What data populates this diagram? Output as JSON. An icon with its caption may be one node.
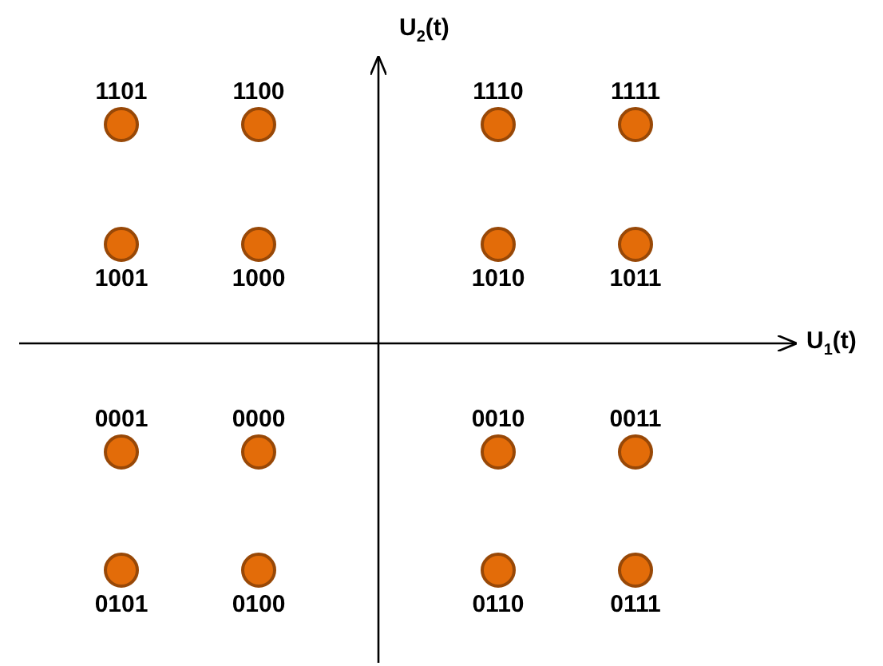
{
  "diagram": {
    "nodes": [
      {
        "text": [],
        "shape": "circle",
        "beside": [
          "1101"
        ]
      },
      {
        "text": [],
        "shape": "circle",
        "beside": [
          "1100"
        ]
      },
      {
        "text": [],
        "shape": "circle",
        "beside": [
          "1110"
        ]
      },
      {
        "text": [],
        "shape": "circle",
        "beside": [
          "1111"
        ]
      },
      {
        "text": [],
        "shape": "circle",
        "beside": [
          "1001"
        ]
      },
      {
        "text": [],
        "shape": "circle",
        "beside": [
          "1000"
        ]
      },
      {
        "text": [],
        "shape": "circle",
        "beside": [
          "1010"
        ]
      },
      {
        "text": [],
        "shape": "circle",
        "beside": [
          "1011"
        ]
      },
      {
        "text": [],
        "shape": "circle",
        "beside": [
          "0001"
        ]
      },
      {
        "text": [],
        "shape": "circle",
        "beside": [
          "0000"
        ]
      },
      {
        "text": [],
        "shape": "circle",
        "beside": [
          "0010"
        ]
      },
      {
        "text": [],
        "shape": "circle",
        "beside": [
          "0011"
        ]
      },
      {
        "text": [],
        "shape": "circle",
        "beside": [
          "0101"
        ]
      },
      {
        "text": [],
        "shape": "circle",
        "beside": [
          "0100"
        ]
      },
      {
        "text": [],
        "shape": "circle",
        "beside": [
          "0110"
        ]
      },
      {
        "text": [],
        "shape": "circle",
        "beside": [
          "0111"
        ]
      }
    ],
    "labels": [
      "U$_{2}$(t)",
      "U$_{1}$(t)"
    ]
  }
}
